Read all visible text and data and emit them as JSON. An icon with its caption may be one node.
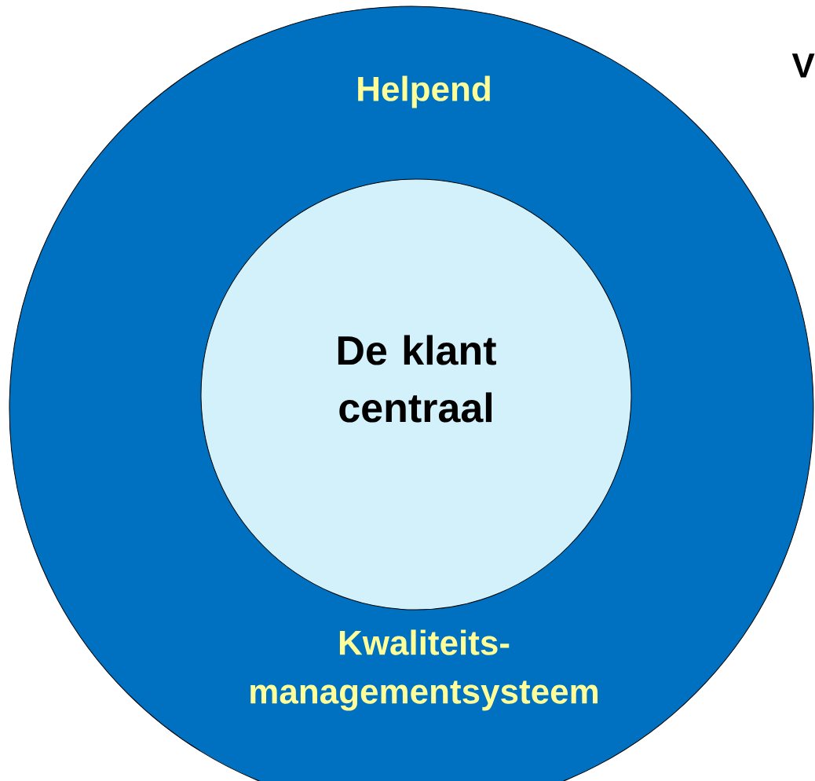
{
  "diagram": {
    "nodes": [
      {
        "text": [
          "Helpend",
          "Kwaliteits-managementsysteem"
        ]
      },
      {
        "text": [
          "De klant centraal"
        ],
        "in": 0
      }
    ],
    "labels": [
      "V"
    ]
  }
}
